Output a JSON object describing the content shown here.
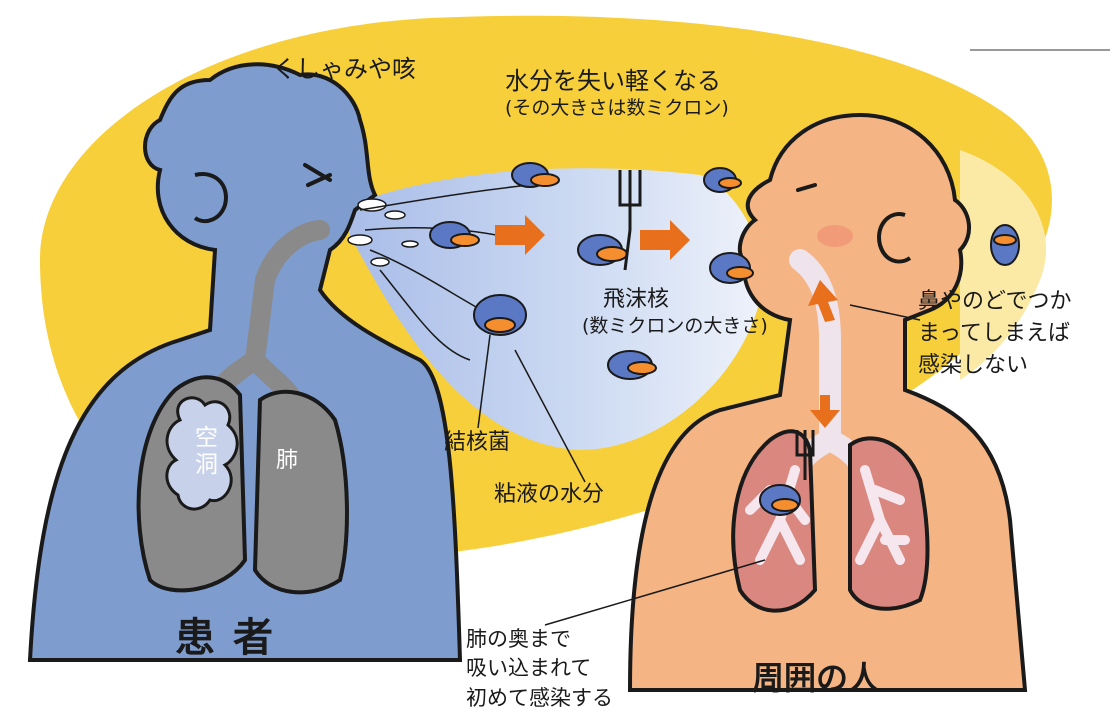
{
  "labels": {
    "sneeze_cough": "くしゃみや咳",
    "lose_water": "水分を失い軽くなる",
    "lose_water_size": "(その大きさは数ミクロン)",
    "droplet_nuclei": "飛沫核",
    "droplet_nuclei_size": "(数ミクロンの大きさ)",
    "tb_bacteria": "結核菌",
    "mucus_water": "粘液の水分",
    "cavity": "空洞",
    "lung": "肺",
    "nose_throat": "鼻やのどでつか\nまってしまえば\n感染しない",
    "deep_lung": "肺の奥まで\n吸い込まれて\n初めて感染する",
    "patient": "患者",
    "surrounding_people": "周囲の人"
  },
  "colors": {
    "cloud_yellow": "#f7cf3a",
    "patient_blue": "#7f9ccf",
    "lung_gray": "#8a8a8a",
    "person_peach": "#f4b483",
    "lung_pink": "#d9877f",
    "germ_blue": "#5b78c5",
    "arrow_orange": "#e8701c"
  }
}
